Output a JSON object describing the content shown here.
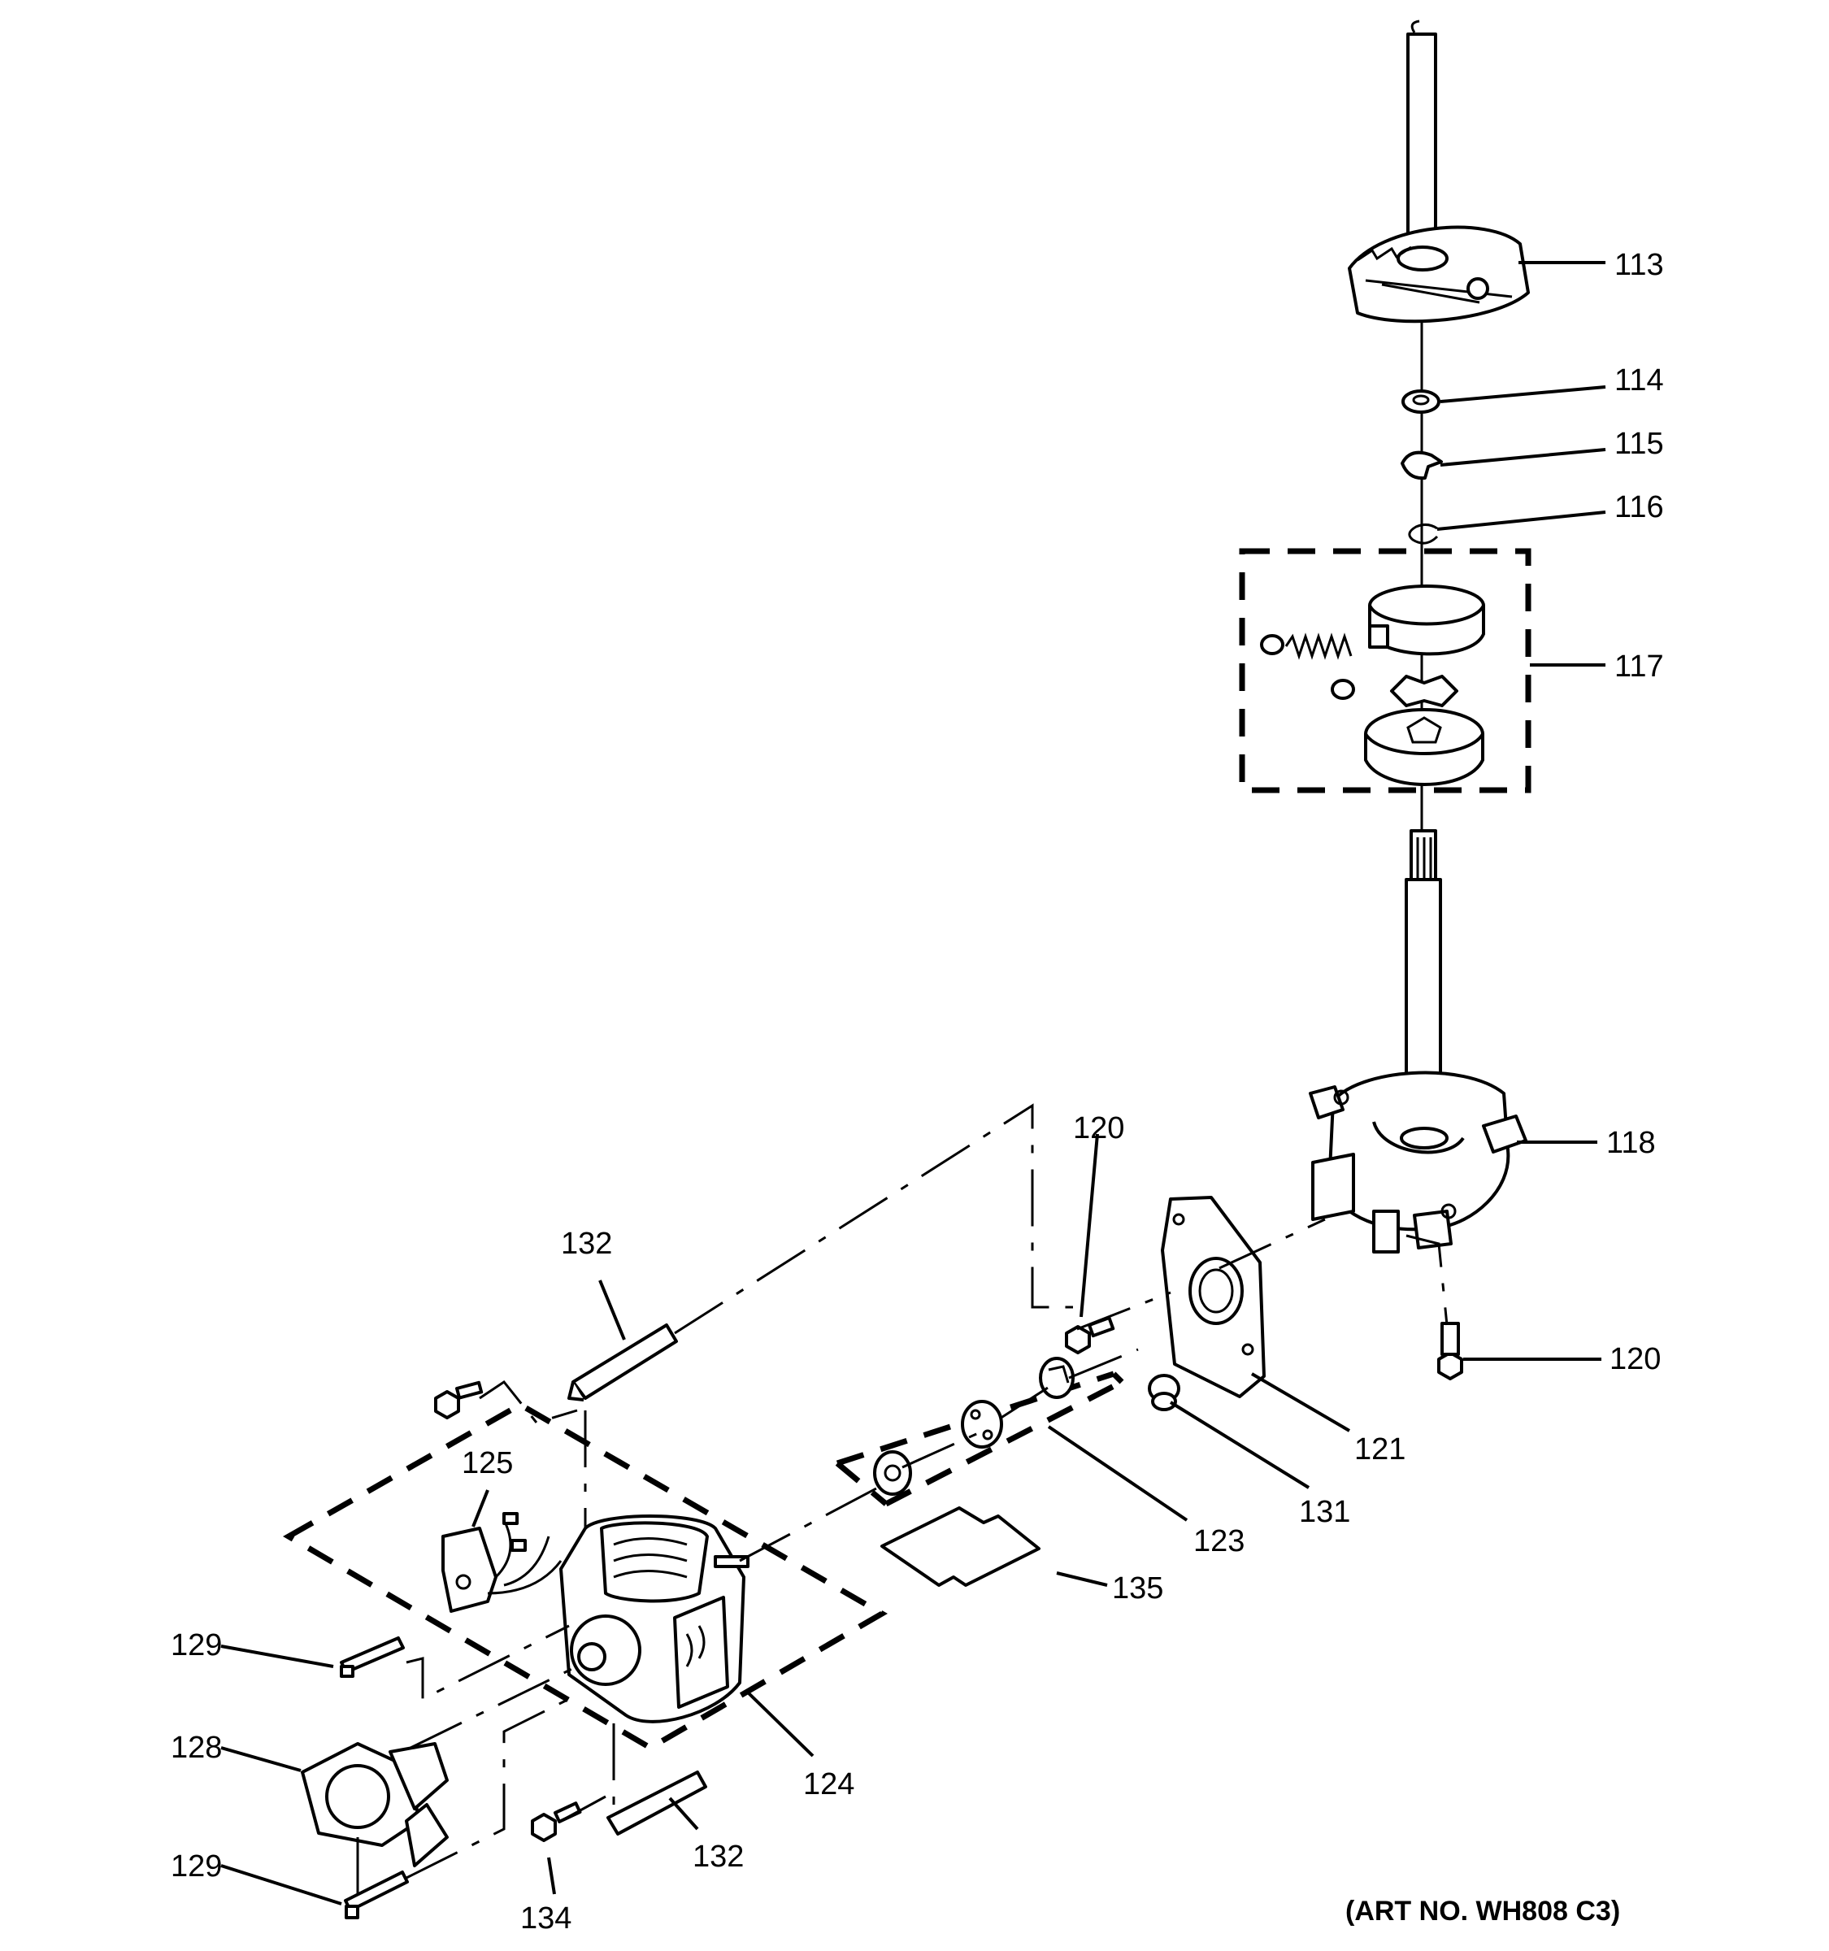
{
  "callouts": {
    "c113": "113",
    "c114": "114",
    "c115": "115",
    "c116": "116",
    "c117": "117",
    "c118": "118",
    "c120_upper": "120",
    "c120_lower": "120",
    "c121": "121",
    "c123": "123",
    "c124": "124",
    "c125": "125",
    "c128": "128",
    "c129_upper": "129",
    "c129_lower": "129",
    "c131": "131",
    "c132_upper": "132",
    "c132_lower": "132",
    "c134": "134",
    "c135": "135"
  },
  "art_number": "(ART NO. WH808 C3)"
}
